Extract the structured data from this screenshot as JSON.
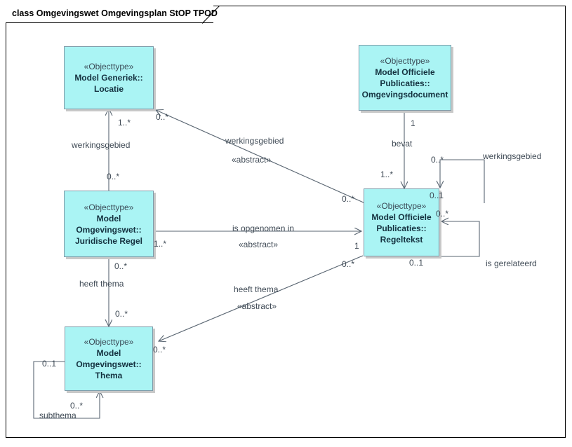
{
  "diagram": {
    "title": "class Omgevingswet Omgevingsplan StOP TPOD",
    "frame_border_color": "#000000",
    "class_fill_color": "#aaf4f4",
    "class_border_color": "#7d9aa8",
    "edge_color": "#5a6672",
    "text_color": "#3f4a55"
  },
  "classes": [
    {
      "id": "locatie",
      "stereotype": "«Objecttype»",
      "name_lines": [
        "Model Generiek::",
        "Locatie"
      ]
    },
    {
      "id": "omgevingsdocument",
      "stereotype": "«Objecttype»",
      "name_lines": [
        "Model Officiele",
        "Publicaties::",
        "Omgevingsdocument"
      ]
    },
    {
      "id": "juridische_regel",
      "stereotype": "«Objecttype»",
      "name_lines": [
        "Model",
        "Omgevingswet::",
        "Juridische Regel"
      ]
    },
    {
      "id": "regeltekst",
      "stereotype": "«Objecttype»",
      "name_lines": [
        "Model Officiele",
        "Publicaties::",
        "Regeltekst"
      ]
    },
    {
      "id": "thema",
      "stereotype": "«Objecttype»",
      "name_lines": [
        "Model",
        "Omgevingswet::",
        "Thema"
      ]
    }
  ],
  "associations": [
    {
      "id": "assoc-werkingsgebied-vertical",
      "name": "werkingsgebied",
      "stereotype": "",
      "source": "juridische_regel",
      "target": "locatie",
      "source_multiplicity": "0..*",
      "target_multiplicity": "1..*"
    },
    {
      "id": "assoc-werkingsgebied-abstract",
      "name": "werkingsgebied",
      "stereotype": "«abstract»",
      "source": "regeltekst",
      "target": "locatie",
      "source_multiplicity": "0..*",
      "target_multiplicity": "0..*"
    },
    {
      "id": "assoc-bevat",
      "name": "bevat",
      "stereotype": "",
      "source": "omgevingsdocument",
      "target": "regeltekst",
      "source_multiplicity": "1",
      "target_multiplicity": "1..*"
    },
    {
      "id": "assoc-werkingsgebied-self",
      "name": "werkingsgebied",
      "stereotype": "",
      "source": "regeltekst",
      "target": "regeltekst",
      "source_multiplicity": "0..*",
      "target_multiplicity": "0..1"
    },
    {
      "id": "assoc-is-opgenomen-in",
      "name": "is opgenomen in",
      "stereotype": "«abstract»",
      "source": "juridische_regel",
      "target": "regeltekst",
      "source_multiplicity": "1..*",
      "target_multiplicity": "1"
    },
    {
      "id": "assoc-is-gerelateerd",
      "name": "is gerelateerd",
      "stereotype": "",
      "source": "regeltekst",
      "target": "regeltekst",
      "source_multiplicity": "0..*",
      "target_multiplicity": "0..1"
    },
    {
      "id": "assoc-heeft-thema-vertical",
      "name": "heeft thema",
      "stereotype": "",
      "source": "juridische_regel",
      "target": "thema",
      "source_multiplicity": "0..*",
      "target_multiplicity": "0..*"
    },
    {
      "id": "assoc-heeft-thema-abstract",
      "name": "heeft thema",
      "stereotype": "«abstract»",
      "source": "regeltekst",
      "target": "thema",
      "source_multiplicity": "0..*",
      "target_multiplicity": "0..*"
    },
    {
      "id": "assoc-subthema",
      "name": "subthema",
      "stereotype": "",
      "source": "thema",
      "target": "thema",
      "source_multiplicity": "0..*",
      "target_multiplicity": "0..1"
    }
  ],
  "labels": {
    "werkingsgebied_vertical_name": "werkingsgebied",
    "werkingsgebied_vertical_top_mult": "1..*",
    "werkingsgebied_vertical_bottom_mult": "0..*",
    "werkingsgebied_abstract_name": "werkingsgebied",
    "werkingsgebied_abstract_stereo": "«abstract»",
    "werkingsgebied_abstract_loc_mult": "0..*",
    "werkingsgebied_abstract_reg_mult": "0..*",
    "bevat_name": "bevat",
    "bevat_top_mult": "1",
    "bevat_bottom_mult": "1..*",
    "werkingsgebied_self_name": "werkingsgebied",
    "werkingsgebied_self_top_mult": "0..*",
    "werkingsgebied_self_right_mult": "0..1",
    "opgenomen_name": "is opgenomen in",
    "opgenomen_stereo": "«abstract»",
    "opgenomen_left_mult": "1..*",
    "opgenomen_right_mult": "1",
    "gerelateerd_name": "is gerelateerd",
    "gerelateerd_top_mult": "0..*",
    "gerelateerd_bottom_mult": "0..1",
    "heeft_thema_vertical_name": "heeft thema",
    "heeft_thema_vertical_top_mult": "0..*",
    "heeft_thema_vertical_bottom_mult": "0..*",
    "heeft_thema_abstract_name": "heeft thema",
    "heeft_thema_abstract_stereo": "«abstract»",
    "heeft_thema_abstract_thema_mult": "0..*",
    "heeft_thema_abstract_reg_mult": "0..*",
    "subthema_name": "subthema",
    "subthema_left_mult": "0..1",
    "subthema_bottom_mult": "0..*"
  }
}
